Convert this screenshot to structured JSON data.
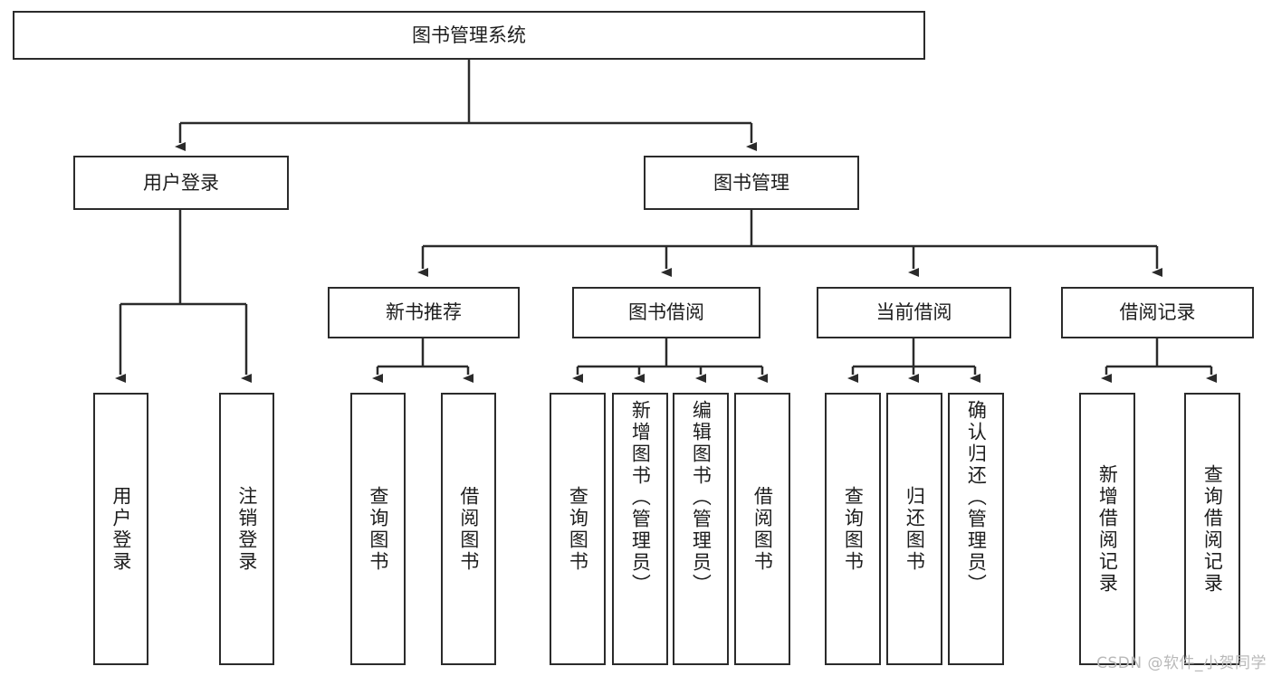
{
  "diagram": {
    "title": "图书管理系统",
    "type": "hierarchy-tree",
    "root": {
      "label": "图书管理系统"
    },
    "level1": [
      {
        "label": "用户登录"
      },
      {
        "label": "图书管理"
      }
    ],
    "level2": [
      {
        "label": "新书推荐"
      },
      {
        "label": "图书借阅"
      },
      {
        "label": "当前借阅"
      },
      {
        "label": "借阅记录"
      }
    ],
    "leaves": {
      "user_login": [
        {
          "label": "用户登录"
        },
        {
          "label": "注销登录"
        }
      ],
      "new_book_recommend": [
        {
          "label": "查询图书"
        },
        {
          "label": "借阅图书"
        }
      ],
      "book_borrow": [
        {
          "label": "查询图书"
        },
        {
          "label": "新增图书（管理员）"
        },
        {
          "label": "编辑图书（管理员）"
        },
        {
          "label": "借阅图书"
        }
      ],
      "current_borrow": [
        {
          "label": "查询图书"
        },
        {
          "label": "归还图书"
        },
        {
          "label": "确认归还（管理员）"
        }
      ],
      "borrow_records": [
        {
          "label": "新增借阅记录"
        },
        {
          "label": "查询借阅记录"
        }
      ]
    }
  },
  "watermark": {
    "text": "CSDN @软件_小贺同学"
  },
  "colors": {
    "stroke": "#2b2b2b",
    "fill": "#ffffff",
    "text": "#1d1d1d",
    "watermark": "#b9b9b9"
  }
}
